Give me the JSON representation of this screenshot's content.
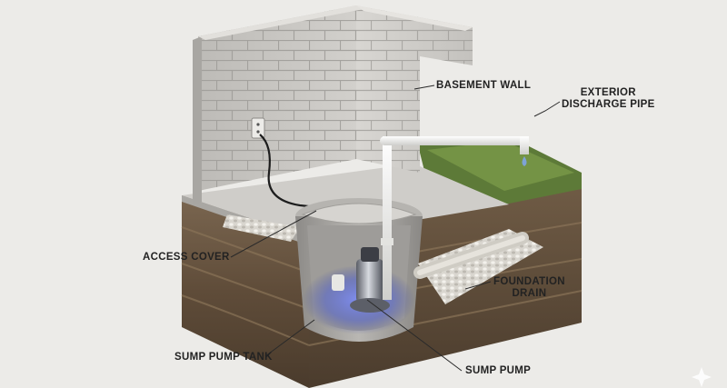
{
  "labels": {
    "basement_wall": "BASEMENT WALL",
    "exterior_discharge_pipe_line1": "EXTERIOR",
    "exterior_discharge_pipe_line2": "DISCHARGE PIPE",
    "access_cover": "ACCESS COVER",
    "foundation_drain_line1": "FOUNDATION",
    "foundation_drain_line2": "DRAIN",
    "sump_pump_tank": "SUMP PUMP TANK",
    "sump_pump": "SUMP PUMP"
  },
  "colors": {
    "background": "#ecebe8",
    "concrete_block": "#c9c7c3",
    "floor_slab": "#cfcdc9",
    "soil": "#6e5a45",
    "grass": "#5d7a38",
    "pipe": "#f2f2f0",
    "water_glow": "#5a6fd8"
  },
  "icons": [
    "outlet-icon",
    "water-drop-icon",
    "sparkle-icon"
  ]
}
